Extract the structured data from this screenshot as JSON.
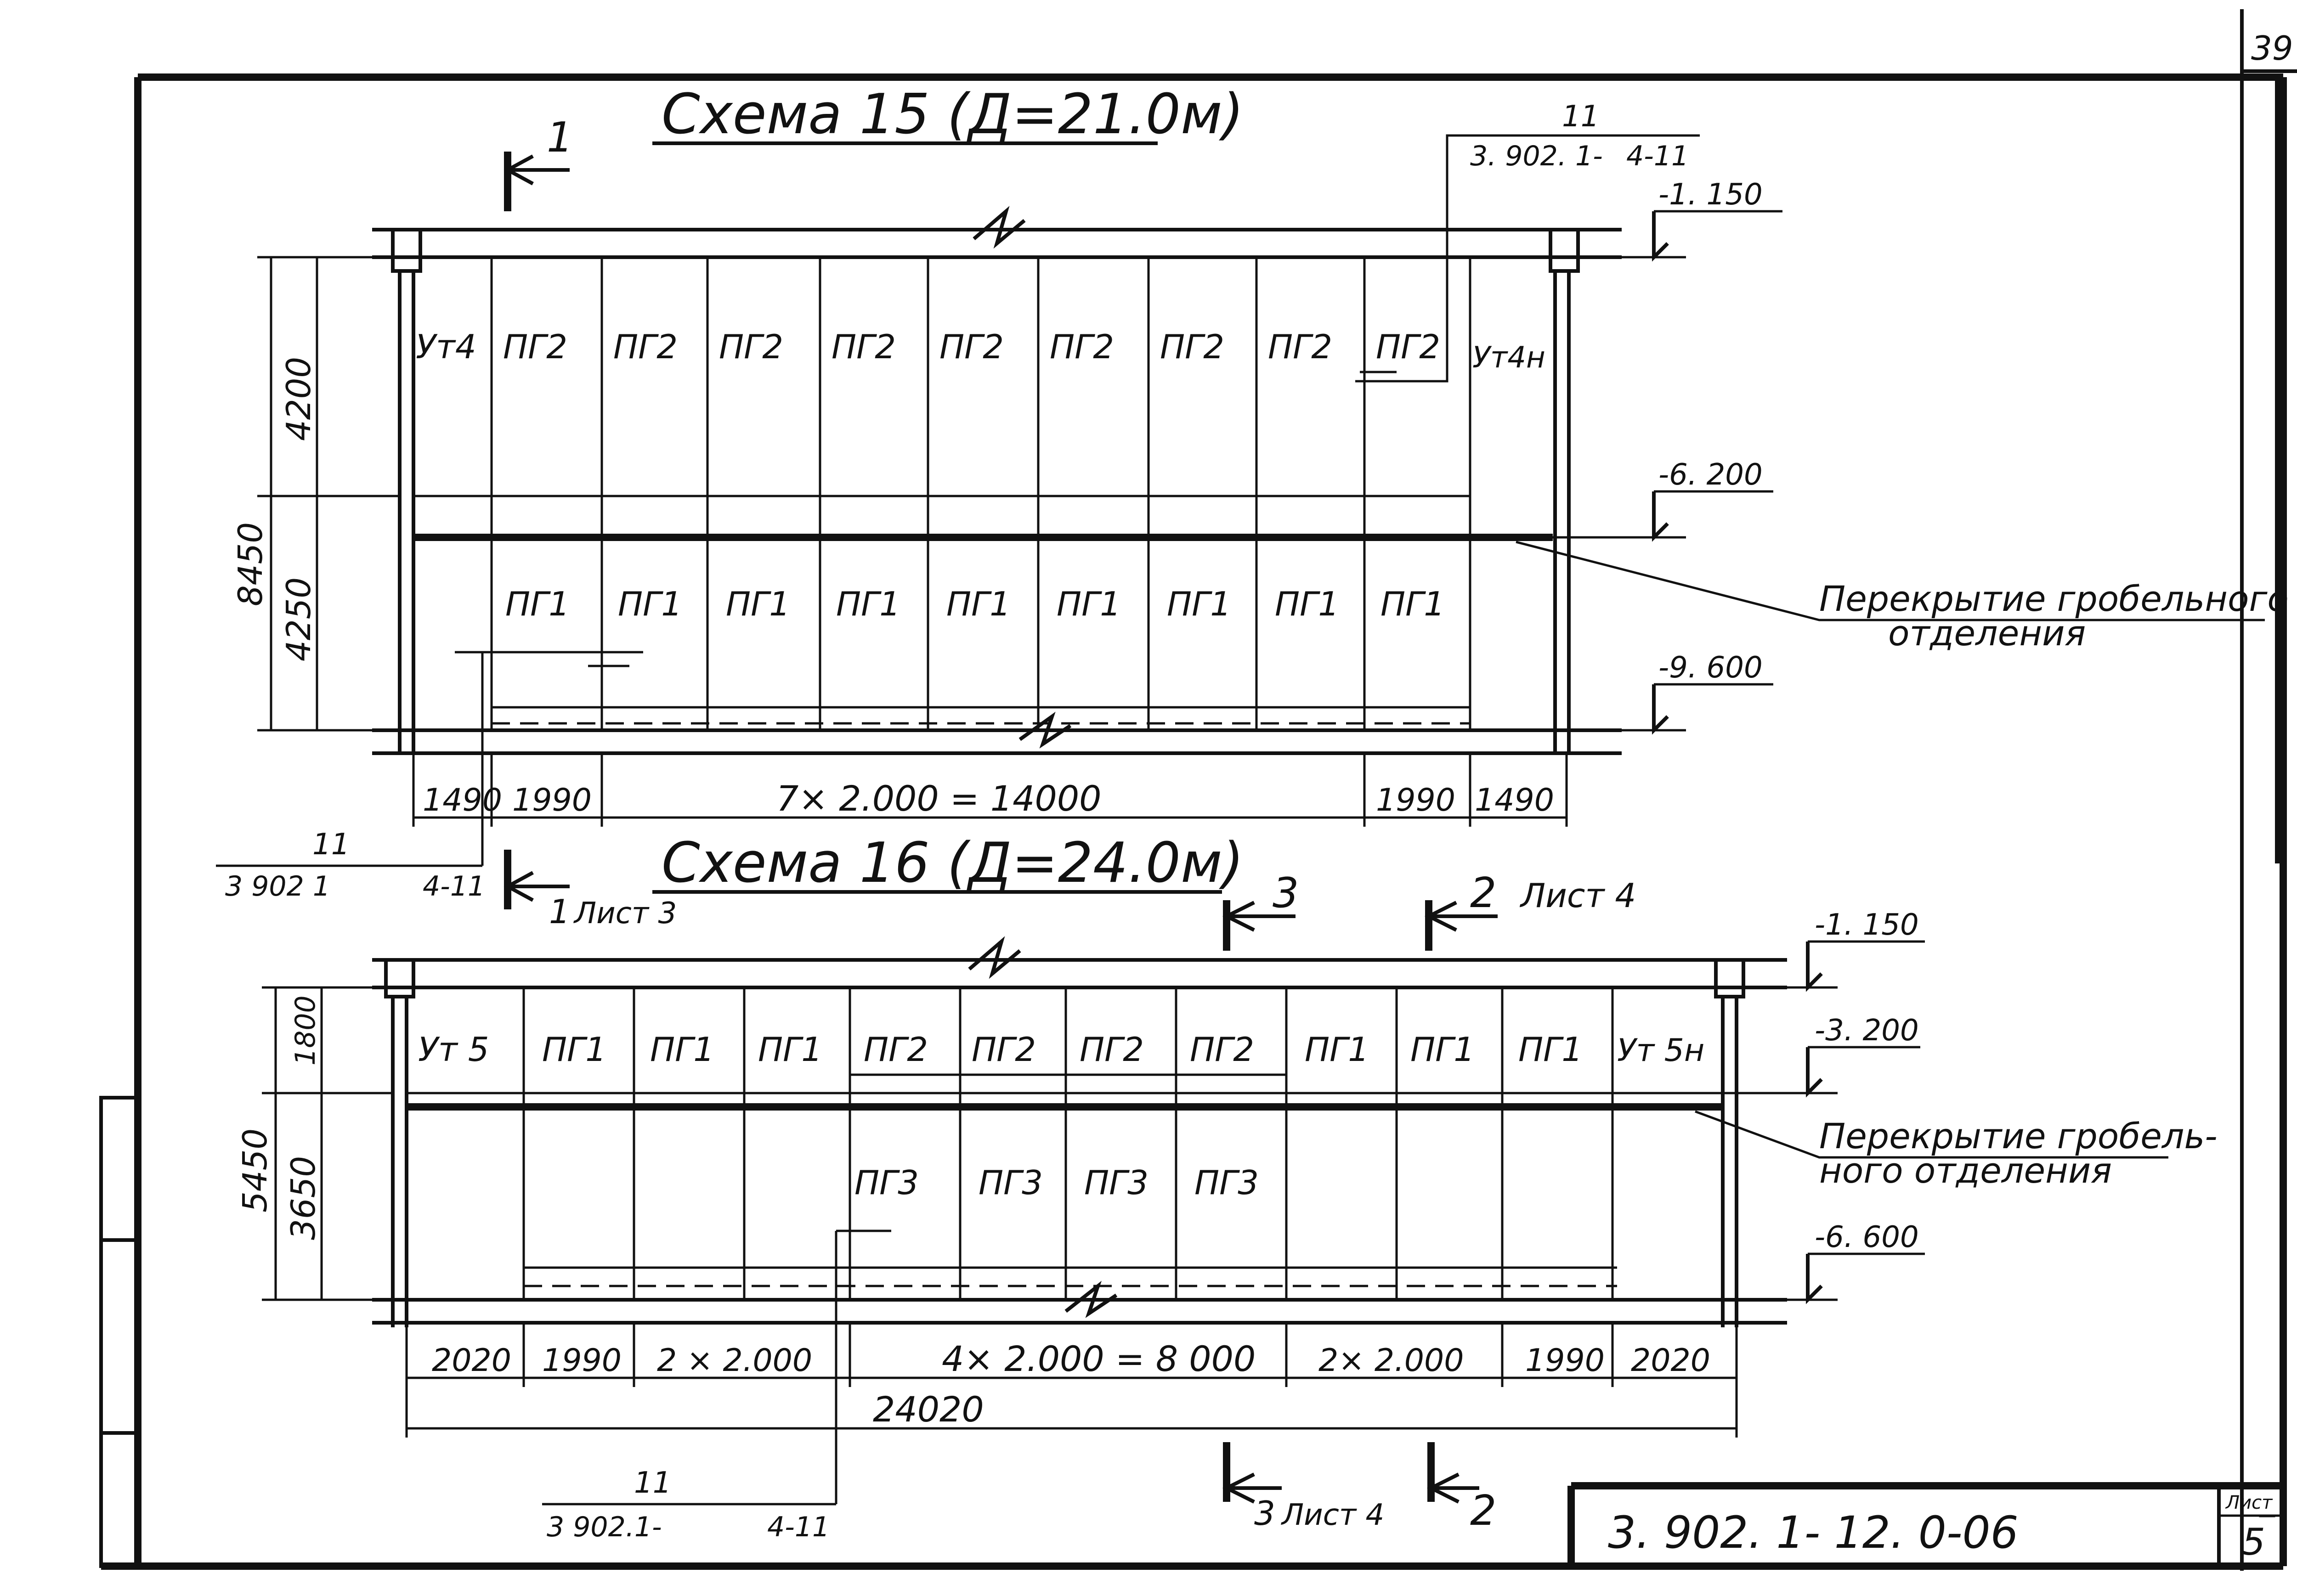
{
  "sheet_top_number": "39",
  "scheme15": {
    "title": "Схема 15 (Д=21.0м)",
    "section_mark_top": "1",
    "leader_top": {
      "num": "11",
      "code": "3. 902. 1-",
      "sheet": "4-11"
    },
    "levels": [
      "-1. 150",
      "-6. 200",
      "-9. 600"
    ],
    "upper_labels": [
      "Ут4",
      "ПГ2",
      "ПГ2",
      "ПГ2",
      "ПГ2",
      "ПГ2",
      "ПГ2",
      "ПГ2",
      "ПГ2",
      "ПГ2",
      "Ут4н"
    ],
    "lower_labels": [
      "ПГ1",
      "ПГ1",
      "ПГ1",
      "ПГ1",
      "ПГ1",
      "ПГ1",
      "ПГ1",
      "ПГ1",
      "ПГ1"
    ],
    "dim_vertical_total": "8450",
    "dim_vertical_upper": "4200",
    "dim_vertical_lower": "4250",
    "dims_horizontal": [
      "1490",
      "1990",
      "7× 2.000 = 14000",
      "1990",
      "1490"
    ],
    "note": "Перекрытие гробельного",
    "note2": "отделения",
    "leader_bottom": {
      "num": "11",
      "code": "3 902 1",
      "sheet": "4-11"
    },
    "section_mark_bottom": "1",
    "section_mark_bottom_ref": "Лист 3"
  },
  "scheme16": {
    "title": "Схема 16 (Д=24.0м)",
    "section_mark_3": "3",
    "section_mark_2": "2",
    "section_mark_2_ref": "Лист 4",
    "levels": [
      "-1. 150",
      "-3. 200",
      "-6. 600"
    ],
    "upper_labels": [
      "Ут 5",
      "ПГ1",
      "ПГ1",
      "ПГ1",
      "ПГ2",
      "ПГ2",
      "ПГ2",
      "ПГ2",
      "ПГ1",
      "ПГ1",
      "ПГ1",
      "Ут 5н"
    ],
    "lower_labels": [
      "ПГ3",
      "ПГ3",
      "ПГ3",
      "ПГ3"
    ],
    "dim_vertical_total": "5450",
    "dim_vertical_upper": "1800",
    "dim_vertical_lower": "3650",
    "dims_horizontal": [
      "2020",
      "1990",
      "2 × 2.000",
      "4× 2.000 = 8 000",
      "2× 2.000",
      "1990",
      "2020"
    ],
    "dim_overall": "24020",
    "note": "Перекрытие гробель-",
    "note2": "ного отделения",
    "leader_bottom": {
      "num": "11",
      "code": "3 902.1-",
      "sheet": "4-11"
    },
    "bottom_mark_3": "3",
    "bottom_mark_3_ref": "Лист 4",
    "bottom_mark_2": "2"
  },
  "stamp": {
    "doc_code": "3. 902. 1- 12. 0-06",
    "sheet_label": "Лист",
    "sheet_number": "5"
  }
}
